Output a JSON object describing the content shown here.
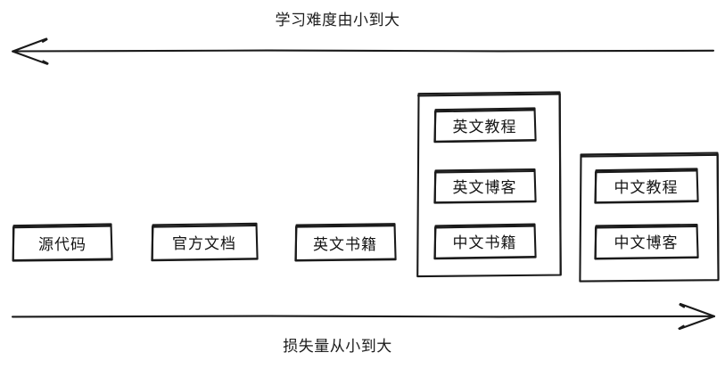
{
  "diagram": {
    "title_top": "学习难度由小到大",
    "title_bottom": "损失量从小到大",
    "top_axis": {
      "direction": "left",
      "arrow_icon": "arrow-left-icon"
    },
    "bottom_axis": {
      "direction": "right",
      "arrow_icon": "arrow-right-icon"
    },
    "stroke_color": "#1a1a1a",
    "background_color": "#ffffff",
    "nodes": [
      {
        "id": "source-code",
        "label": "源代码"
      },
      {
        "id": "official-docs",
        "label": "官方文档"
      },
      {
        "id": "english-books",
        "label": "英文书籍"
      },
      {
        "id": "english-tutorial",
        "label": "英文教程"
      },
      {
        "id": "english-blog",
        "label": "英文博客"
      },
      {
        "id": "chinese-books",
        "label": "中文书籍"
      },
      {
        "id": "chinese-tutorial",
        "label": "中文教程"
      },
      {
        "id": "chinese-blog",
        "label": "中文博客"
      }
    ],
    "groups": [
      {
        "id": "english-group",
        "members": [
          "英文教程",
          "英文博客",
          "中文书籍"
        ]
      },
      {
        "id": "chinese-group",
        "members": [
          "中文教程",
          "中文博客"
        ]
      }
    ]
  }
}
